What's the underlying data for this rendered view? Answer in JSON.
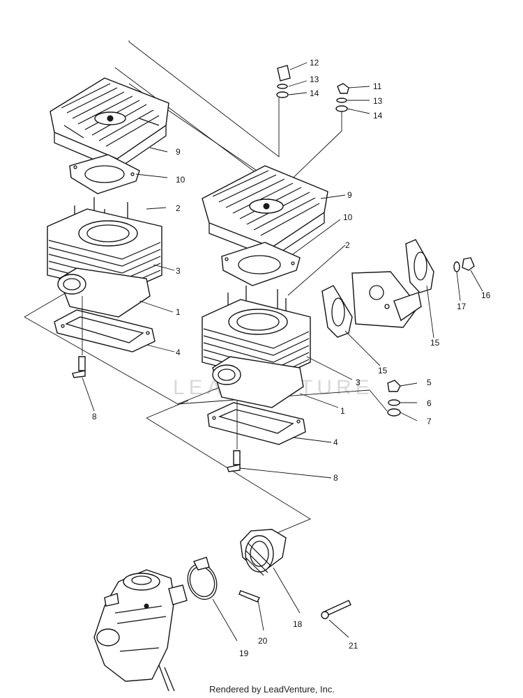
{
  "watermark": "LEADVENTURE",
  "footer": "Rendered by LeadVenture, Inc.",
  "callouts": {
    "c12": "12",
    "c13a": "13",
    "c14a": "14",
    "c11": "11",
    "c13b": "13",
    "c14b": "14",
    "c9a": "9",
    "c10a": "10",
    "c2a": "2",
    "c3a": "3",
    "c1a": "1",
    "c4a": "4",
    "c8a": "8",
    "c9b": "9",
    "c10b": "10",
    "c2b": "2",
    "c16": "16",
    "c17": "17",
    "c15a": "15",
    "c15b": "15",
    "c3b": "3",
    "c1b": "1",
    "c5": "5",
    "c6": "6",
    "c7": "7",
    "c4b": "4",
    "c8b": "8",
    "c18": "18",
    "c19": "19",
    "c20": "20",
    "c21": "21"
  }
}
